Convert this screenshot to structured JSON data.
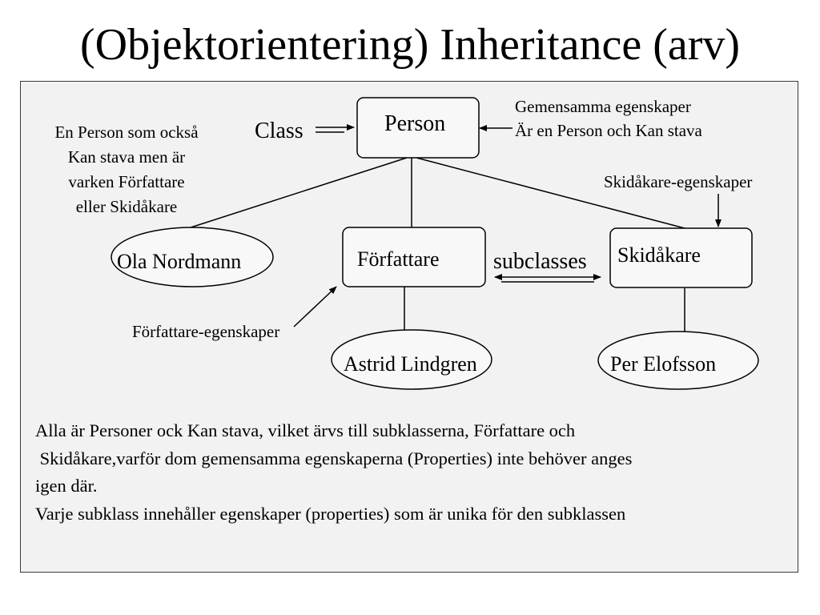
{
  "title": "(Objektorientering) Inheritance (arv)",
  "nodes": {
    "person": "Person",
    "forfattare": "Författare",
    "skidakare": "Skidåkare",
    "ola": "Ola Nordmann",
    "astrid": "Astrid Lindgren",
    "per": "Per Elofsson"
  },
  "labels": {
    "class": "Class",
    "subclasses": "subclasses",
    "common_props_1": "Gemensamma egenskaper",
    "common_props_2": "Är en Person och Kan stava",
    "skidakare_props": "Skidåkare-egenskaper",
    "forfattare_props": "Författare-egenskaper"
  },
  "note_lines": [
    "En Person som också",
    "Kan stava men är",
    "varken Författare",
    "eller Skidåkare"
  ],
  "paragraph_lines": [
    "Alla är Personer ock Kan stava, vilket ärvs till subklasserna, Författare och",
    " Skidåkare,varför dom gemensamma egenskaperna (Properties) inte behöver anges",
    "igen där.",
    "Varje subklass innehåller egenskaper (properties) som är unika för den subklassen"
  ]
}
